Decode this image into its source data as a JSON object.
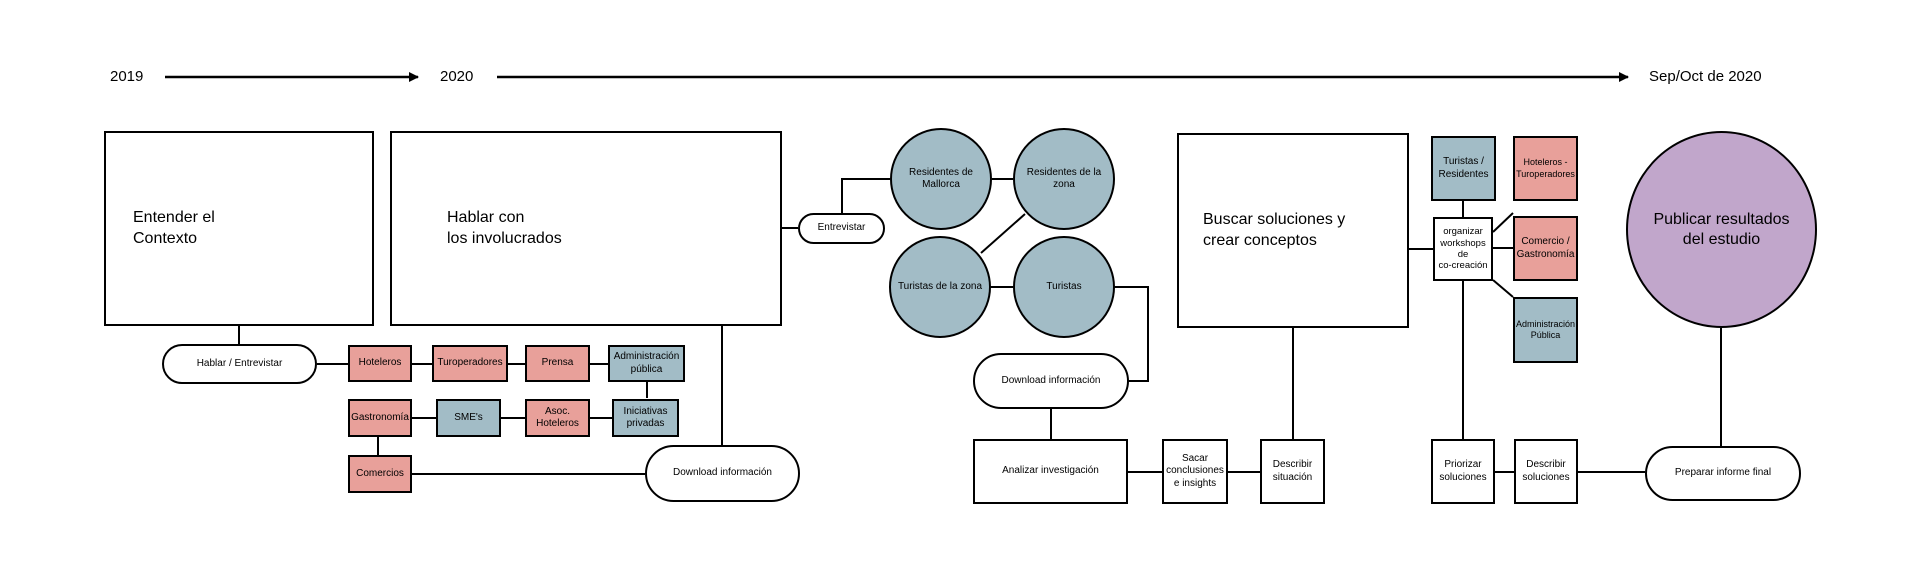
{
  "colors": {
    "pink": "#e8a09a",
    "blue": "#a2bcc6",
    "purple": "#c1a6cb",
    "line": "#000000"
  },
  "timeline": {
    "y2019": "2019",
    "y2020": "2020",
    "end": "Sep/Oct de 2020"
  },
  "phases": {
    "entender": "Entender el\nContexto",
    "hablar": "Hablar con\nlos involucrados",
    "buscar": "Buscar soluciones y\ncrear conceptos",
    "publicar": "Publicar resultados\ndel estudio"
  },
  "hablar_entrevistar": "Hablar / Entrevistar",
  "stakeholders": {
    "hoteleros": "Hoteleros",
    "turoperadores": "Turoperadores",
    "prensa": "Prensa",
    "administracion": "Administración\npública",
    "gastronomia": "Gastronomía",
    "smes": "SME's",
    "asoc_hoteleros": "Asoc.\nHoteleros",
    "iniciativas": "Iniciativas\nprivadas",
    "comercios": "Comercios"
  },
  "download_1": "Download información",
  "entrevistar": "Entrevistar",
  "circles": {
    "residentes_mallorca": "Residentes de\nMallorca",
    "residentes_zona": "Residentes de la\nzona",
    "turistas_zona": "Turistas de la zona",
    "turistas": "Turistas"
  },
  "download_2": "Download información",
  "analizar": "Analizar investigación",
  "sacar": "Sacar\nconclusiones\ne insights",
  "describir_situacion": "Describir\nsituación",
  "workshops": {
    "turistas_residentes": "Turistas /\nResidentes",
    "hoteleros_tur": "Hoteleros -\nTuroperadores",
    "organizar": "organizar\nworkshops\nde\nco-creación",
    "comercio_gastro": "Comercio /\nGastronomía",
    "admin_publica": "Administración\nPública"
  },
  "priorizar": "Priorizar\nsoluciones",
  "describir_soluciones": "Describir\nsoluciones",
  "preparar": "Preparar informe final"
}
